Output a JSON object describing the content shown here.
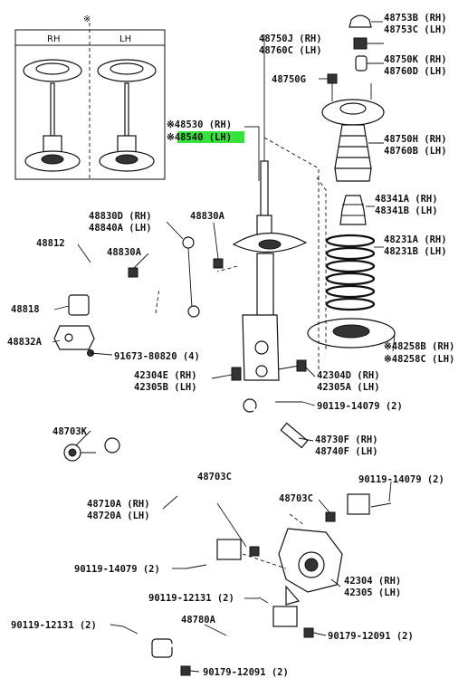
{
  "inset": {
    "mark": "※",
    "left_header": "RH",
    "right_header": "LH"
  },
  "callouts": {
    "p48753": [
      "48753B (RH)",
      "48753C (LH)"
    ],
    "p48750j": [
      "48750J (RH)",
      "48760C (LH)"
    ],
    "p48750k": [
      "48750K (RH)",
      "48760D (LH)"
    ],
    "p48750g": [
      "48750G"
    ],
    "p48530": [
      "※48530 (RH)",
      "※48540 (LH)"
    ],
    "p48750h": [
      "48750H (RH)",
      "48760B (LH)"
    ],
    "p48341": [
      "48341A (RH)",
      "48341B (LH)"
    ],
    "p48830d": [
      "48830D (RH)",
      "48840A (LH)"
    ],
    "p48830a_top": [
      "48830A"
    ],
    "p48812": [
      "48812"
    ],
    "p48830a_mid": [
      "48830A"
    ],
    "p48231": [
      "48231A (RH)",
      "48231B (LH)"
    ],
    "p48818": [
      "48818"
    ],
    "p48832": [
      "48832A"
    ],
    "p91673": [
      "91673-80820 (4)"
    ],
    "p48258": [
      "※48258B (RH)",
      "※48258C (LH)"
    ],
    "p42304e": [
      "42304E (RH)",
      "42305B (LH)"
    ],
    "p42304d": [
      "42304D (RH)",
      "42305A (LH)"
    ],
    "p90119_top": [
      "90119-14079 (2)"
    ],
    "p48703k": [
      "48703K"
    ],
    "p48730f": [
      "48730F (RH)",
      "48740F (LH)"
    ],
    "p48703c_left": [
      "48703C"
    ],
    "p90119_right": [
      "90119-14079 (2)"
    ],
    "p48710": [
      "48710A (RH)",
      "48720A (LH)"
    ],
    "p48703c_right": [
      "48703C"
    ],
    "p90119_left": [
      "90119-14079 (2)"
    ],
    "p42304": [
      "42304 (RH)",
      "42305 (LH)"
    ],
    "p90119_12131_mid": [
      "90119-12131 (2)"
    ],
    "p48780": [
      "48780A"
    ],
    "p90119_12131_left": [
      "90119-12131 (2)"
    ],
    "p90179_right": [
      "90179-12091 (2)"
    ],
    "p90179_bottom": [
      "90179-12091 (2)"
    ]
  }
}
